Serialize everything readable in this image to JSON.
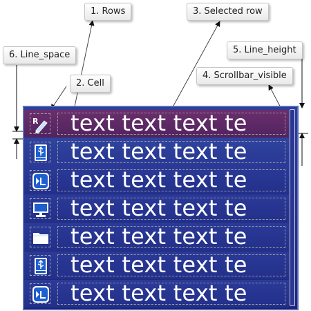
{
  "callouts": {
    "rows": "1. Rows",
    "cell": "2. Cell",
    "selected_row": "3. Selected row",
    "scrollbar_visible": "4. Scrollbar_visible",
    "line_height": "5. Line_height",
    "line_space": "6. Line_space"
  },
  "list": {
    "rows": [
      {
        "icon": "edit-icon",
        "text": "text text text te",
        "selected": true
      },
      {
        "icon": "usb-icon",
        "text": "text text text te",
        "selected": false
      },
      {
        "icon": "media-icon",
        "text": "text text text te",
        "selected": false
      },
      {
        "icon": "computer-icon",
        "text": "text text text te",
        "selected": false
      },
      {
        "icon": "folder-icon",
        "text": "text text text te",
        "selected": false
      },
      {
        "icon": "usb-icon",
        "text": "text text text te",
        "selected": false
      },
      {
        "icon": "media-icon",
        "text": "text text text te",
        "selected": false
      }
    ]
  },
  "colors": {
    "list_background": "#27338b",
    "selected_row": "#5e2a66",
    "text": "#ffffff",
    "icon_blue": "#1e5fd0"
  }
}
